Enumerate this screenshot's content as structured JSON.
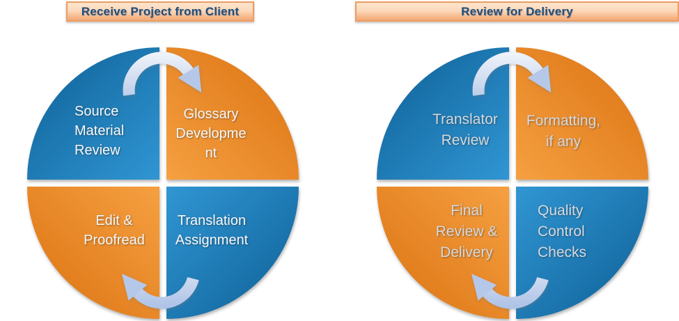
{
  "left_diagram": {
    "title": "Receive Project from Client",
    "quadrants": {
      "top_left": "Source\nMaterial\nReview",
      "top_right": "Glossary\nDevelopme\nnt",
      "bottom_left": "Edit &\nProofread",
      "bottom_right": "Translation\nAssignment"
    }
  },
  "right_diagram": {
    "title": "Review for Delivery",
    "quadrants": {
      "top_left": "Translator\nReview",
      "top_right": "Formatting,\nif any",
      "bottom_left": "Final\nReview &\nDelivery",
      "bottom_right": "Quality\nControl\nChecks"
    }
  },
  "colors": {
    "quadrant_blue_dark": "#0E5F95",
    "quadrant_blue_light": "#3096D3",
    "quadrant_orange_dark": "#DB7110",
    "quadrant_orange_light": "#F5A041",
    "cycle_arrow_light": "#EEF2FA",
    "cycle_arrow_dark": "#A5BCE2",
    "title_text": "#1F4E79",
    "title_border": "#EC9C63",
    "title_fill_top": "#FCE3CB",
    "title_fill_bottom": "#F5AC7B",
    "label_text_left": "#F7F8FA",
    "label_text_right": "#D5D9DF"
  }
}
